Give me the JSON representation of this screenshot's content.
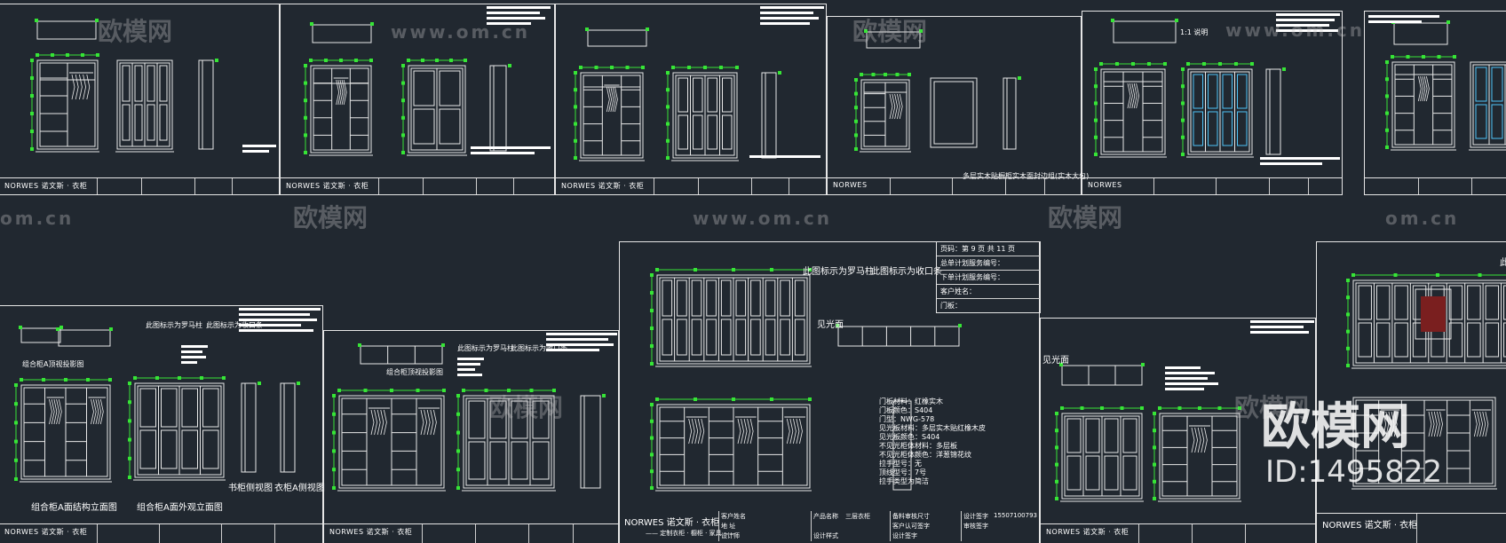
{
  "watermark": {
    "logo_text": "欧模网",
    "url": "www.om.cn",
    "url_short": "om.cn",
    "id_text": "ID:1495822"
  },
  "brand": {
    "name": "NORWES",
    "cn_name": "诺文斯 · 衣柜",
    "slogan": "—— 定制衣柜 · 橱柜 · 家具 ——"
  },
  "top_sheets_captions": {
    "sheet5": "多层实木贴橱柜实木面封边组(实木大包)",
    "sheet6_label": "1:1 说明"
  },
  "bottom_left": {
    "title_plan": "组合柜A顶视投影图",
    "note1": "此图标示为罗马柱",
    "note2": "此图标示为收口条",
    "caption_front": "组合柜A面结构立面图",
    "caption_outer": "组合柜A面外观立面图",
    "caption_book": "书柜侧视图",
    "caption_wardrobe": "衣柜A侧视图"
  },
  "bottom_middle": {
    "title_plan": "组合柜顶视投影图",
    "note1": "此图标示为罗马柱",
    "note2": "此图标示为收口条"
  },
  "center_sheet": {
    "note_roman": "此图标示为罗马柱",
    "note_edge": "此图标示为收口条",
    "light_side": "见光面",
    "header_rows": [
      "页码：第 9 页 共 11 页",
      "总单计划服务编号：",
      "下单计划服务编号：",
      "客户姓名：",
      "门板："
    ],
    "spec_lines": [
      "门板材料：红橡实木",
      "门板颜色：S404",
      "门型：NWG-578",
      "见光板材料：多层实木贴红橡木皮",
      "见光板颜色：S404",
      "不见光柜体材料：多层板",
      "不见光柜体颜色：洋葱锦花纹",
      "拉手型号：无",
      "顶线型号：7号",
      "拉手类型为简洁"
    ],
    "footer_cells": [
      "客户姓名",
      "地 址",
      "设计师",
      "产品名称",
      "三层衣柜",
      "设计样式",
      "备料审核尺寸",
      "客户认可签字",
      "设计签字",
      "审核签字",
      "设计签字",
      "15507100793"
    ]
  },
  "bottom_right_sheet": {
    "light_side": "见光面",
    "header_note": "此"
  }
}
